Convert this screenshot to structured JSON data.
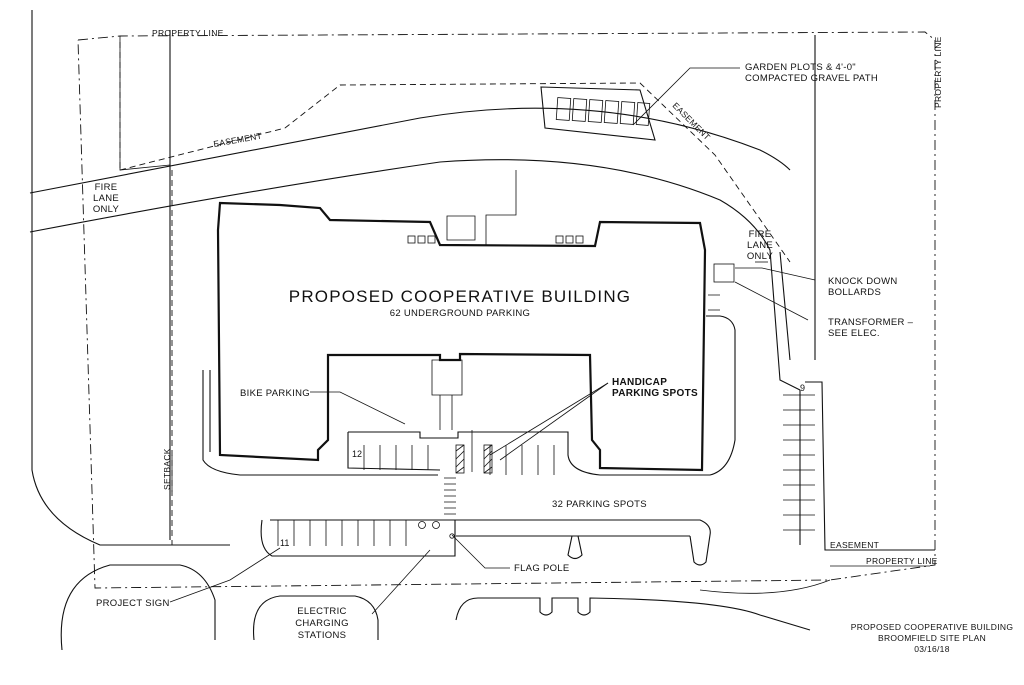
{
  "labels": {
    "property_line_top": "PROPERTY LINE",
    "property_line_right": "PROPERTY LINE",
    "property_line_bottom": "PROPERTY LINE",
    "easement_left": "EASEMENT",
    "easement_right": "EASEMENT",
    "easement_bottom": "EASEMENT",
    "garden_line1": "GARDEN PLOTS & 4'-0\"",
    "garden_line2": "COMPACTED GRAVEL PATH",
    "fire_lane_left": [
      "FIRE",
      "LANE",
      "ONLY"
    ],
    "fire_lane_right": [
      "FIRE",
      "LANE",
      "ONLY"
    ],
    "knock_down": [
      "KNOCK DOWN",
      "BOLLARDS"
    ],
    "transformer": [
      "TRANSFORMER –",
      "SEE ELEC."
    ],
    "building_title": "PROPOSED COOPERATIVE BUILDING",
    "building_sub": "62 UNDERGROUND PARKING",
    "bike_parking": "BIKE PARKING",
    "handicap": [
      "HANDICAP",
      "PARKING SPOTS"
    ],
    "setback": "SETBACK",
    "parking_count": "32 PARKING SPOTS",
    "flag_pole": "FLAG POLE",
    "project_sign": "PROJECT SIGN",
    "electric": [
      "ELECTRIC",
      "CHARGING",
      "STATIONS"
    ],
    "stall_12": "12",
    "stall_11": "11",
    "stall_9": "9"
  },
  "title_block": {
    "line1": "PROPOSED COOPERATIVE BUILDING",
    "line2": "BROOMFIELD SITE PLAN",
    "line3": "03/16/18"
  }
}
